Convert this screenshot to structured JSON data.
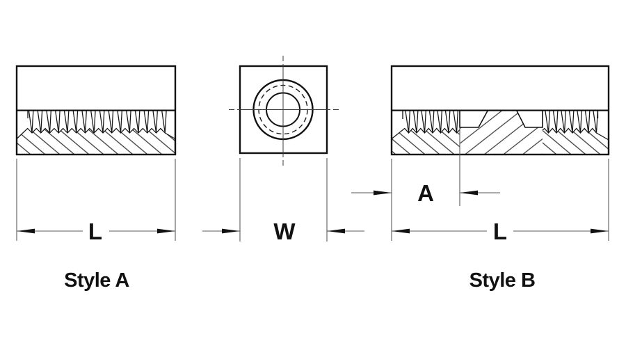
{
  "figure": {
    "background": "#ffffff",
    "colors": {
      "line": "#111111",
      "dim": "#5a5a5a",
      "hatch": "#333333"
    },
    "views": {
      "style_a": {
        "caption": "Style A",
        "length_label": "L"
      },
      "end_view": {
        "width_label": "W"
      },
      "style_b": {
        "caption": "Style B",
        "length_label": "L",
        "thread_depth_label": "A"
      }
    }
  }
}
